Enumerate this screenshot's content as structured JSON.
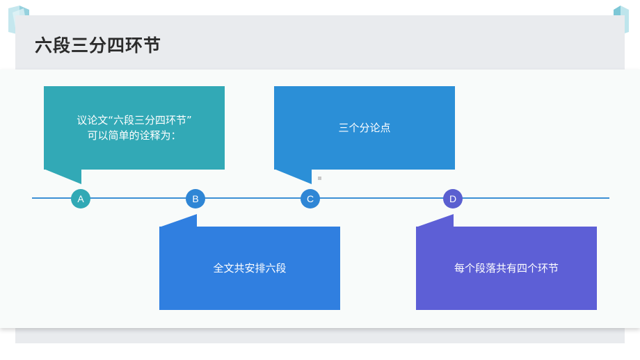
{
  "slide": {
    "title": "六段三分四环节"
  },
  "timeline": {
    "nodes": [
      {
        "label": "A"
      },
      {
        "label": "B"
      },
      {
        "label": "C"
      },
      {
        "label": "D"
      }
    ]
  },
  "bubbles": [
    {
      "text": "议论文“六段三分四环节”\n可以简单的诠释为："
    },
    {
      "text": "三个分论点"
    },
    {
      "text": "全文共安排六段"
    },
    {
      "text": "每个段落共有四个环节"
    }
  ],
  "colors": {
    "teal": "#32a9b6",
    "blue": "#2b8fd7",
    "blue_dark": "#307fe0",
    "purple": "#5d5fd6",
    "line": "#3c8fd4"
  },
  "icons": [
    "crystal-decoration-icon",
    "crystal-decoration-icon"
  ]
}
